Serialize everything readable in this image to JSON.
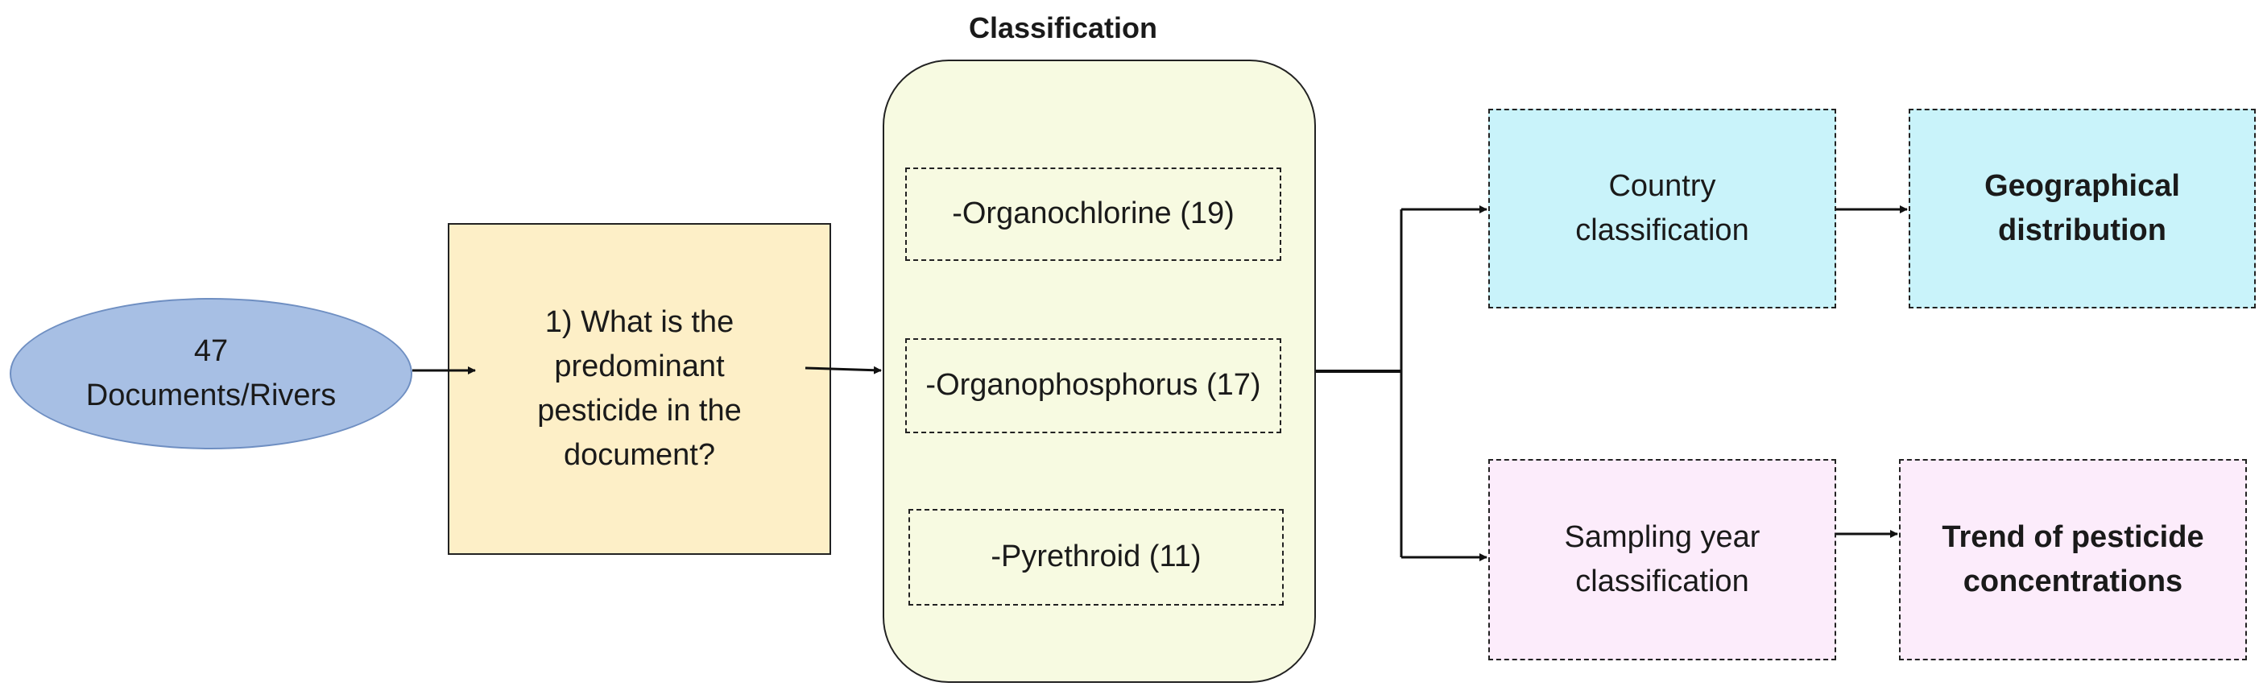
{
  "diagram": {
    "start_node": {
      "text": "47\nDocuments/Rivers"
    },
    "question_node": {
      "text": "1) What is the\npredominant\npesticide in the\ndocument?"
    },
    "classification": {
      "title": "Classification",
      "items": [
        {
          "label": "-Organochlorine (19)"
        },
        {
          "label": "-Organophosphorus (17)"
        },
        {
          "label": "-Pyrethroid (11)"
        }
      ]
    },
    "country_node": {
      "text": "Country\nclassification"
    },
    "geo_node": {
      "text": "Geographical\ndistribution"
    },
    "sampling_node": {
      "text": "Sampling year\nclassification"
    },
    "trend_node": {
      "text": "Trend of pesticide\nconcentrations"
    }
  },
  "colors": {
    "ellipse_fill": "#a7bfe4",
    "question_fill": "#fdefc7",
    "classification_fill": "#f7fae1",
    "country_fill": "#c9f3fa",
    "sampling_fill": "#fcecfb",
    "line": "#111111"
  }
}
